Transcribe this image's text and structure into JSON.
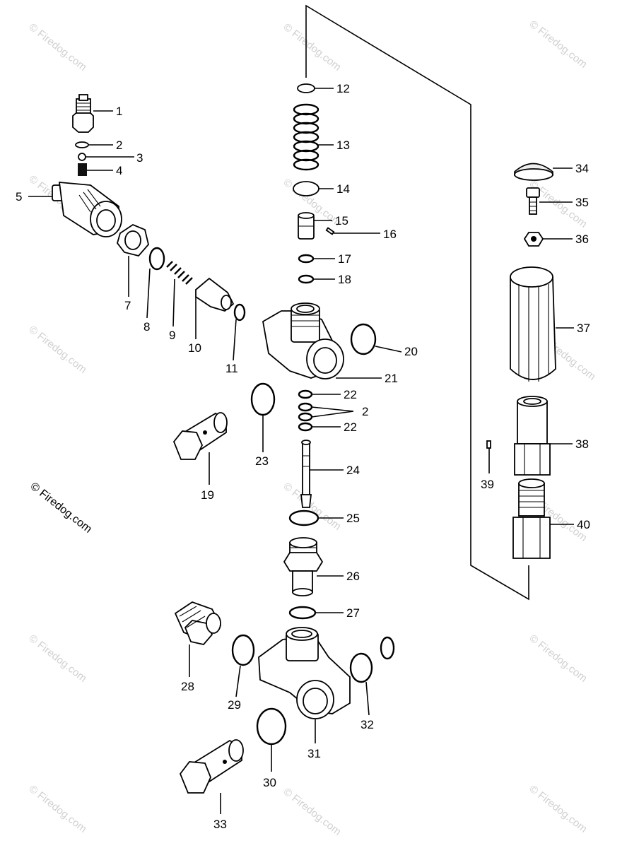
{
  "watermark_text": "© Firedog.com",
  "credit_text": "© Firedog.com",
  "callouts": [
    {
      "id": "c1",
      "text": "1"
    },
    {
      "id": "c2",
      "text": "2"
    },
    {
      "id": "c3",
      "text": "3"
    },
    {
      "id": "c4",
      "text": "4"
    },
    {
      "id": "c5",
      "text": "5"
    },
    {
      "id": "c7",
      "text": "7"
    },
    {
      "id": "c8",
      "text": "8"
    },
    {
      "id": "c9",
      "text": "9"
    },
    {
      "id": "c10",
      "text": "10"
    },
    {
      "id": "c11",
      "text": "11"
    },
    {
      "id": "c12",
      "text": "12"
    },
    {
      "id": "c13",
      "text": "13"
    },
    {
      "id": "c14",
      "text": "14"
    },
    {
      "id": "c15",
      "text": "15"
    },
    {
      "id": "c16",
      "text": "16"
    },
    {
      "id": "c17",
      "text": "17"
    },
    {
      "id": "c18",
      "text": "18"
    },
    {
      "id": "c19",
      "text": "19"
    },
    {
      "id": "c20",
      "text": "20"
    },
    {
      "id": "c21",
      "text": "21"
    },
    {
      "id": "c22a",
      "text": "22"
    },
    {
      "id": "c2b",
      "text": "2"
    },
    {
      "id": "c22b",
      "text": "22"
    },
    {
      "id": "c23",
      "text": "23"
    },
    {
      "id": "c24",
      "text": "24"
    },
    {
      "id": "c25",
      "text": "25"
    },
    {
      "id": "c26",
      "text": "26"
    },
    {
      "id": "c27",
      "text": "27"
    },
    {
      "id": "c28",
      "text": "28"
    },
    {
      "id": "c29",
      "text": "29"
    },
    {
      "id": "c30",
      "text": "30"
    },
    {
      "id": "c31",
      "text": "31"
    },
    {
      "id": "c32",
      "text": "32"
    },
    {
      "id": "c33",
      "text": "33"
    },
    {
      "id": "c34",
      "text": "34"
    },
    {
      "id": "c35",
      "text": "35"
    },
    {
      "id": "c36",
      "text": "36"
    },
    {
      "id": "c37",
      "text": "37"
    },
    {
      "id": "c38",
      "text": "38"
    },
    {
      "id": "c39",
      "text": "39"
    },
    {
      "id": "c40",
      "text": "40"
    }
  ]
}
